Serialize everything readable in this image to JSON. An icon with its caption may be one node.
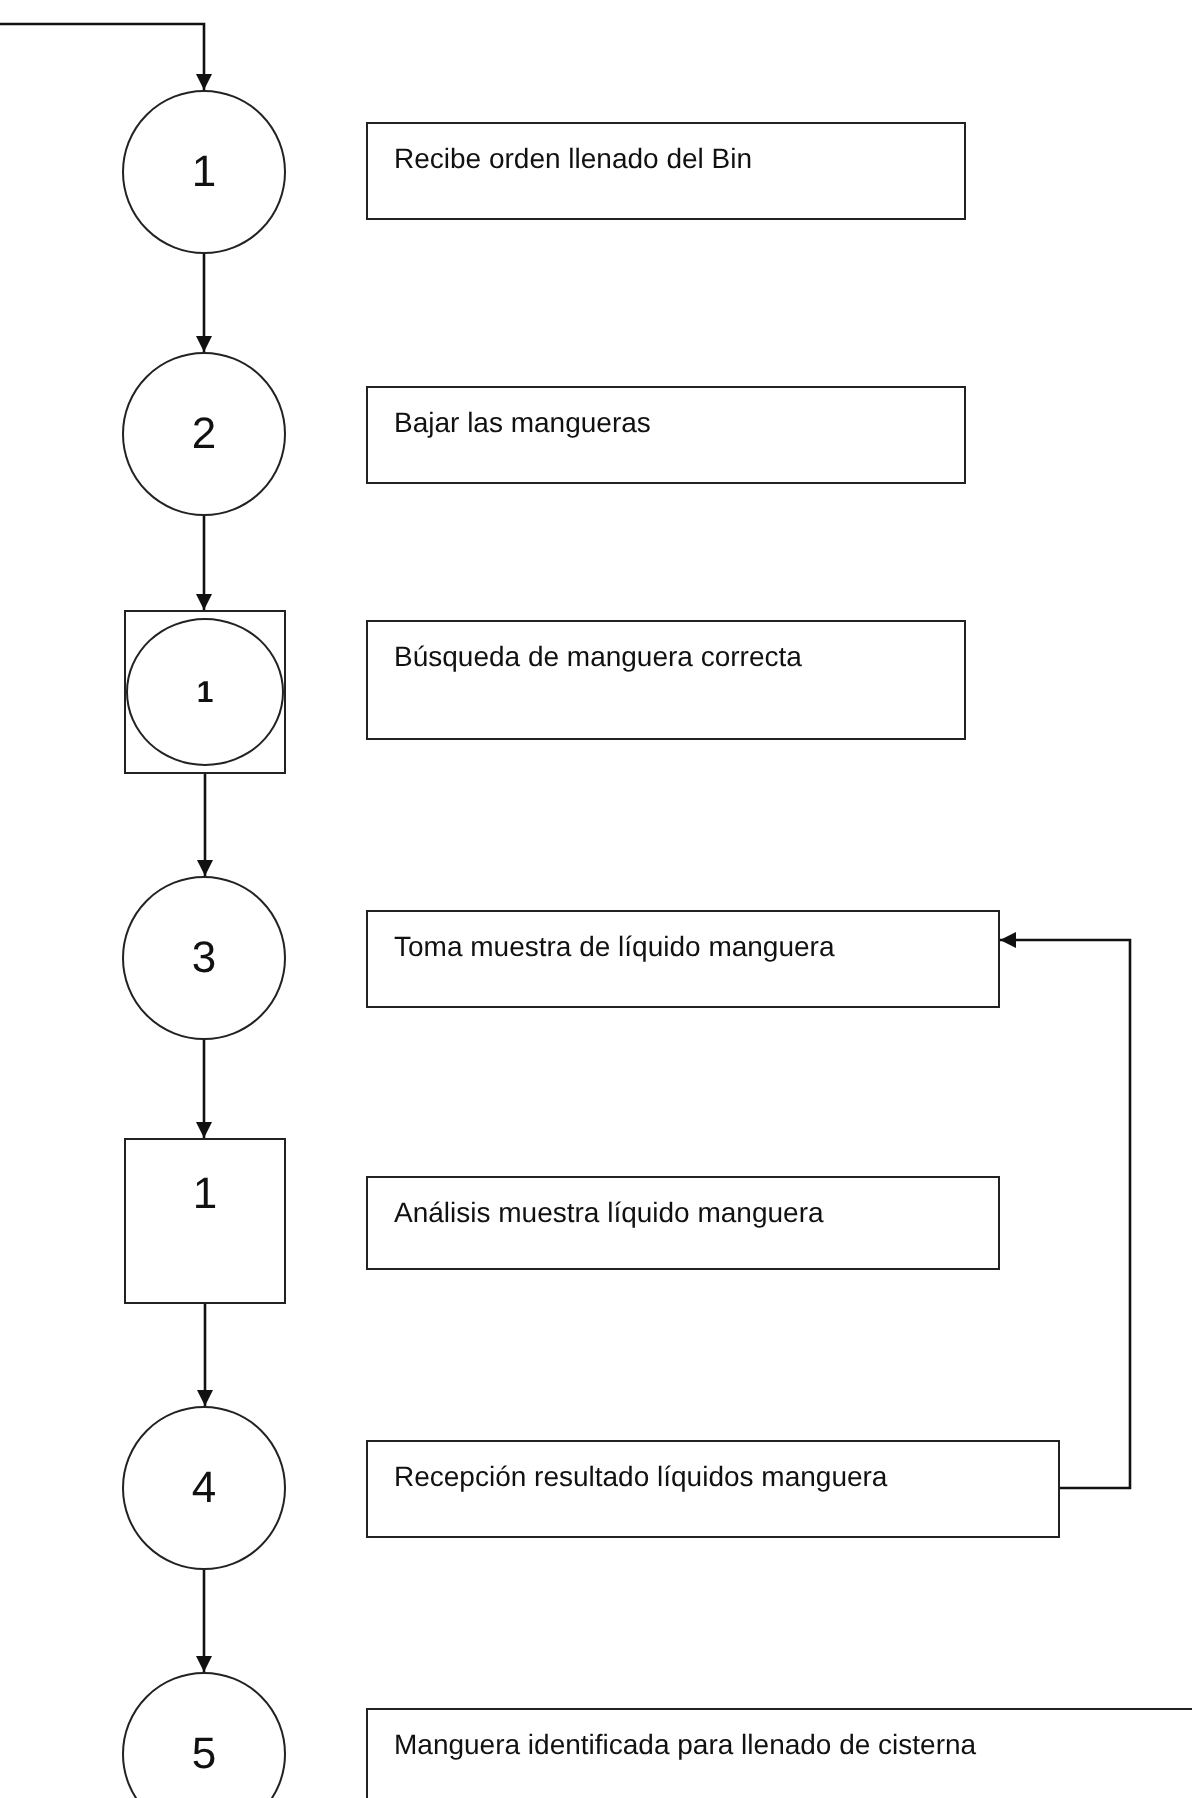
{
  "diagram": {
    "nodes": [
      {
        "text": [
          "1"
        ]
      },
      {
        "text": [
          "Recibe orden  llenado del Bin"
        ]
      },
      {
        "text": [
          "2"
        ]
      },
      {
        "text": [
          "Bajar las mangueras"
        ]
      },
      {
        "text": [],
        "shape": "box"
      },
      {
        "text": [
          "1"
        ],
        "in": 4
      },
      {
        "text": [
          "Búsqueda de manguera correcta"
        ]
      },
      {
        "text": [
          "3"
        ]
      },
      {
        "text": [
          "Toma muestra de líquido manguera"
        ]
      },
      {
        "text": [
          "1"
        ]
      },
      {
        "text": [
          "Análisis muestra líquido manguera"
        ]
      },
      {
        "text": [
          "4"
        ]
      },
      {
        "text": [
          "Recepción resultado líquidos manguera"
        ]
      },
      {
        "text": [
          "5"
        ]
      },
      {
        "text": [
          "Manguera identificada para llenado de cisterna"
        ]
      }
    ],
    "edges": [
      {
        "from": null,
        "to": 0,
        "arrow": "to"
      },
      {
        "from": 0,
        "to": 2,
        "arrow": "to"
      },
      {
        "from": 2,
        "to": 4,
        "arrow": "to"
      },
      {
        "from": 4,
        "to": 7,
        "arrow": "to"
      },
      {
        "from": 7,
        "to": 9,
        "arrow": "to"
      },
      {
        "from": 9,
        "to": 11,
        "arrow": "to"
      },
      {
        "from": 11,
        "to": 13,
        "arrow": "to"
      },
      {
        "from": 12,
        "to": 8,
        "arrow": "to"
      }
    ]
  }
}
